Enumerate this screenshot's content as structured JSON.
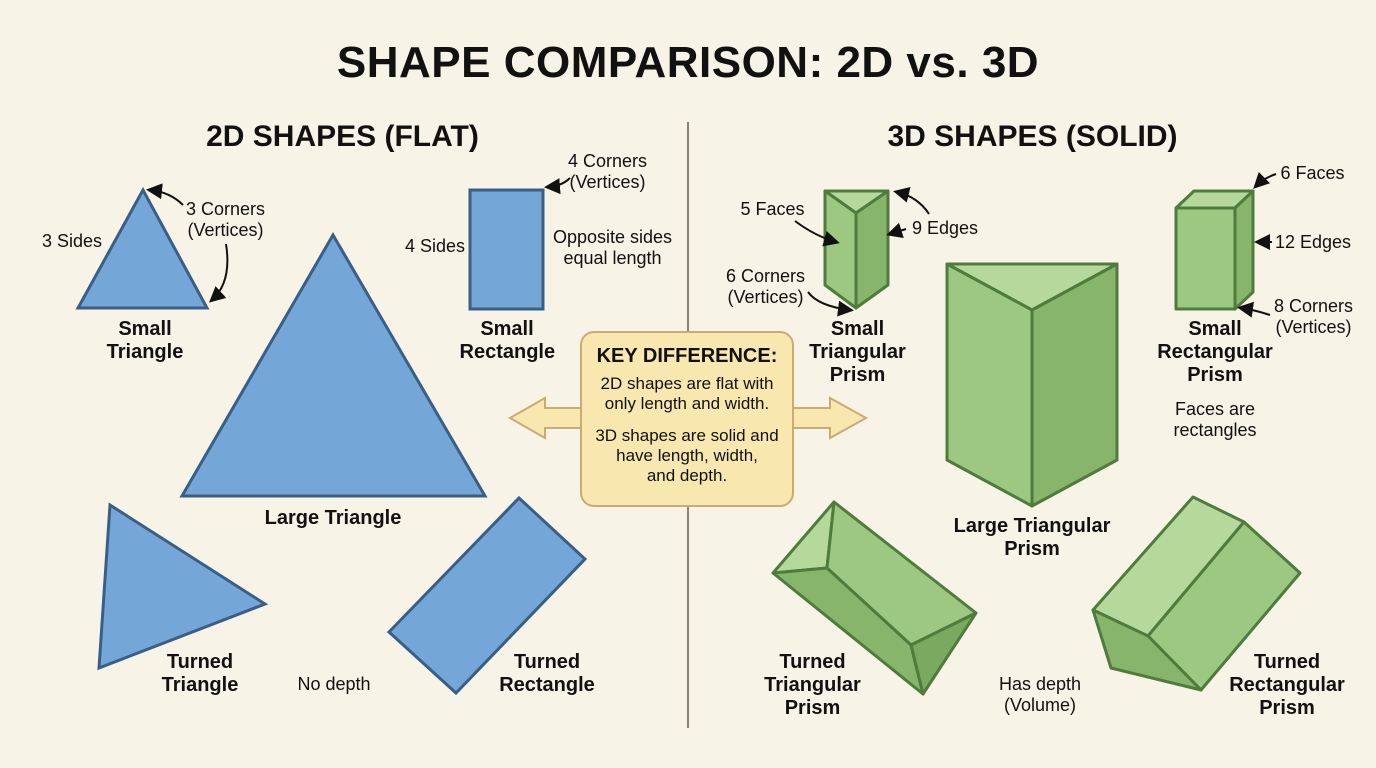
{
  "title": "SHAPE COMPARISON: 2D vs. 3D",
  "left_section": {
    "heading": "2D SHAPES (FLAT)",
    "small_triangle": {
      "name": "Small Triangle",
      "sides_label": "3 Sides",
      "corners_label_1": "3 Corners",
      "corners_label_2": "(Vertices)"
    },
    "small_rectangle": {
      "name": "Small Rectangle",
      "sides_label": "4 Sides",
      "corners_label_1": "4 Corners",
      "corners_label_2": "(Vertices)",
      "note_1": "Opposite sides",
      "note_2": "equal length"
    },
    "large_triangle": {
      "name": "Large Triangle"
    },
    "turned_triangle": {
      "name_1": "Turned",
      "name_2": "Triangle"
    },
    "turned_rectangle": {
      "name_1": "Turned",
      "name_2": "Rectangle"
    },
    "note": "No depth"
  },
  "right_section": {
    "heading": "3D SHAPES (SOLID)",
    "small_tri_prism": {
      "name_1": "Small",
      "name_2": "Triangular",
      "name_3": "Prism",
      "faces": "5 Faces",
      "edges": "9 Edges",
      "corners_1": "6 Corners",
      "corners_2": "(Vertices)"
    },
    "small_rect_prism": {
      "name_1": "Small",
      "name_2": "Rectangular",
      "name_3": "Prism",
      "faces": "6 Faces",
      "edges": "12 Edges",
      "corners_1": "8 Corners",
      "corners_2": "(Vertices)",
      "note_1": "Faces are",
      "note_2": "rectangles"
    },
    "large_tri_prism": {
      "name_1": "Large Triangular",
      "name_2": "Prism"
    },
    "turned_tri_prism": {
      "name_1": "Turned",
      "name_2": "Triangular",
      "name_3": "Prism"
    },
    "turned_rect_prism": {
      "name_1": "Turned",
      "name_2": "Rectangular",
      "name_3": "Prism"
    },
    "note_1": "Has depth",
    "note_2": "(Volume)"
  },
  "key_difference": {
    "title": "KEY DIFFERENCE:",
    "p1_1": "2D shapes are flat with",
    "p1_2": "only length and width.",
    "p2_1": "3D shapes are solid and",
    "p2_2": "have length, width,",
    "p2_3": "and depth."
  },
  "colors": {
    "background": "#f8f3e7",
    "flat_fill": "#74a6d8",
    "flat_stroke": "#3a5f86",
    "solid_light": "#b5d99a",
    "solid_mid": "#9cc881",
    "solid_dark": "#86b56b",
    "solid_stroke": "#4f7c3d",
    "key_box": "#f9e7b0"
  }
}
